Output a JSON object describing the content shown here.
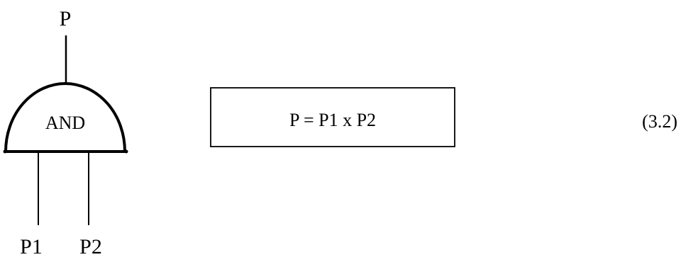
{
  "gate": {
    "type_label": "AND",
    "output_label": "P",
    "inputs": [
      {
        "label": "P1"
      },
      {
        "label": "P2"
      }
    ]
  },
  "equation": {
    "text": "P = P1 x P2",
    "number": "(3.2)"
  }
}
